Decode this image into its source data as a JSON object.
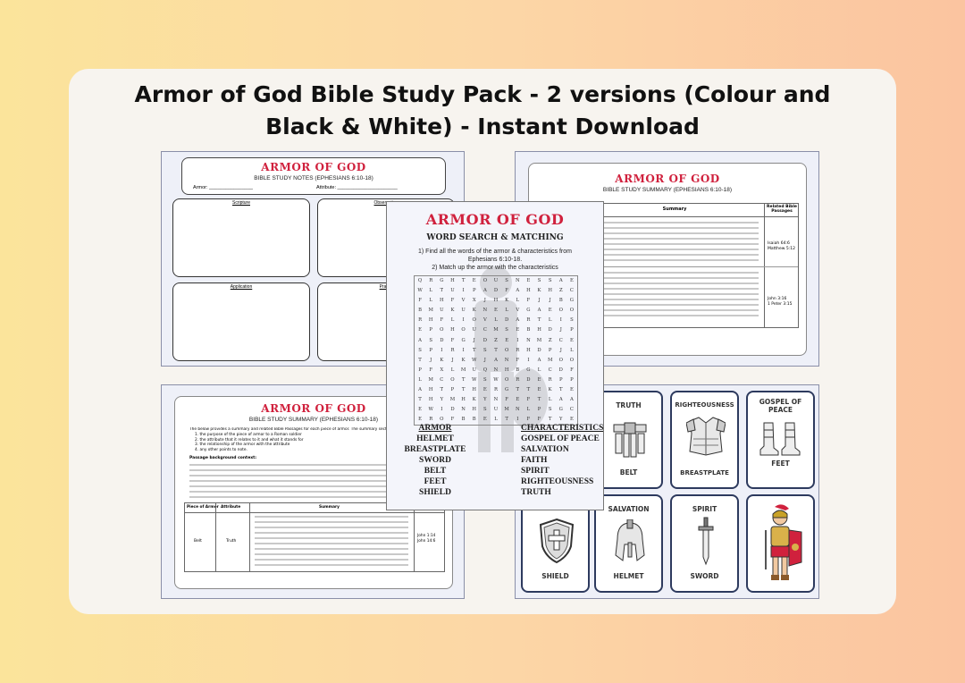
{
  "title": "Armor of God Bible Study Pack - 2 versions (Colour and Black & White)  - Instant Download",
  "sheet_notes": {
    "heading": "ARMOR OF GOD",
    "subtitle": "BIBLE STUDY NOTES (EPHESIANS 6:10-18)",
    "armor_label": "Armor:",
    "attribute_label": "Attribute:",
    "boxes": [
      "Scripture",
      "Observation",
      "Application",
      "Prayer"
    ]
  },
  "sheet_summary_top": {
    "heading": "ARMOR OF GOD",
    "subtitle": "BIBLE STUDY SUMMARY (EPHESIANS 6:10-18)",
    "col_summary": "Summary",
    "col_related": "Related Bible Passages",
    "refs_1": [
      "Isaiah 64:6",
      "Matthew 5:12"
    ],
    "refs_2": [
      "John 3:16",
      "1 Peter 3:15"
    ]
  },
  "sheet_summary_bottom": {
    "heading": "ARMOR OF GOD",
    "subtitle": "BIBLE STUDY SUMMARY (EPHESIANS 6:10-18)",
    "intro": "The below provides a summary and related Bible Passages for each piece of armor. The summary section contains an overview of:",
    "points": [
      "1. the purpose of the piece of armor to a Roman soldier",
      "2. the attribute that it relates to it and what it stands for",
      "3. the relationship of the armor with the attribute",
      "4. any other points to note."
    ],
    "context_heading": "Passage background context:",
    "cols": [
      "Piece of Armor",
      "Attribute",
      "Summary"
    ],
    "row_piece": "Belt",
    "row_attr": "Truth",
    "refs": [
      "John 1:14",
      "John 14:6"
    ]
  },
  "wordsearch": {
    "heading": "ARMOR OF GOD",
    "subtitle": "WORD SEARCH & MATCHING",
    "instr1": "1) Find all the words of the armor & characteristics from Ephesians 6:10-18.",
    "instr2": "2) Match up the armor with the characteristics",
    "grid": [
      "QRGHTEOUSNESSAE",
      "WLTUIPADFAHKHZC",
      "FLHFVXJHKLFJJBG",
      "BMUKUKNELVGAEOO",
      "RHFLIOVLDARTLIS",
      "EPOHOUCMSEBHDJP",
      "ASDFGJDZEINMZCE",
      "SPIRITSTORHDPJL",
      "TJKJKWJANFIAMOO",
      "PFXLMUQNHBGLCDF",
      "LMCOTWSWORDERPP",
      "AHTPTHERGTTEKTE",
      "THYMHKYNFEFTLAA",
      "EWIDNHSUMNLPSGC",
      "EROFBBELTIFFTYE"
    ],
    "armor_heading": "ARMOR",
    "armor": [
      "HELMET",
      "BREASTPLATE",
      "SWORD",
      "BELT",
      "FEET",
      "SHIELD"
    ],
    "char_heading": "CHARACTERISTICS",
    "characteristics": [
      "GOSPEL OF PEACE",
      "SALVATION",
      "FAITH",
      "SPIRIT",
      "RIGHTEOUSNESS",
      "TRUTH"
    ]
  },
  "cards": {
    "truth_top": "TRUTH",
    "truth_bottom": "BELT",
    "righteousness_top": "RIGHTEOUSNESS",
    "righteousness_bottom": "BREASTPLATE",
    "gospel_top": "GOSPEL OF PEACE",
    "gospel_bottom": "FEET",
    "shield_bottom": "SHIELD",
    "salvation_top": "SALVATION",
    "salvation_bottom": "HELMET",
    "spirit_top": "SPIRIT",
    "spirit_bottom": "SWORD"
  }
}
